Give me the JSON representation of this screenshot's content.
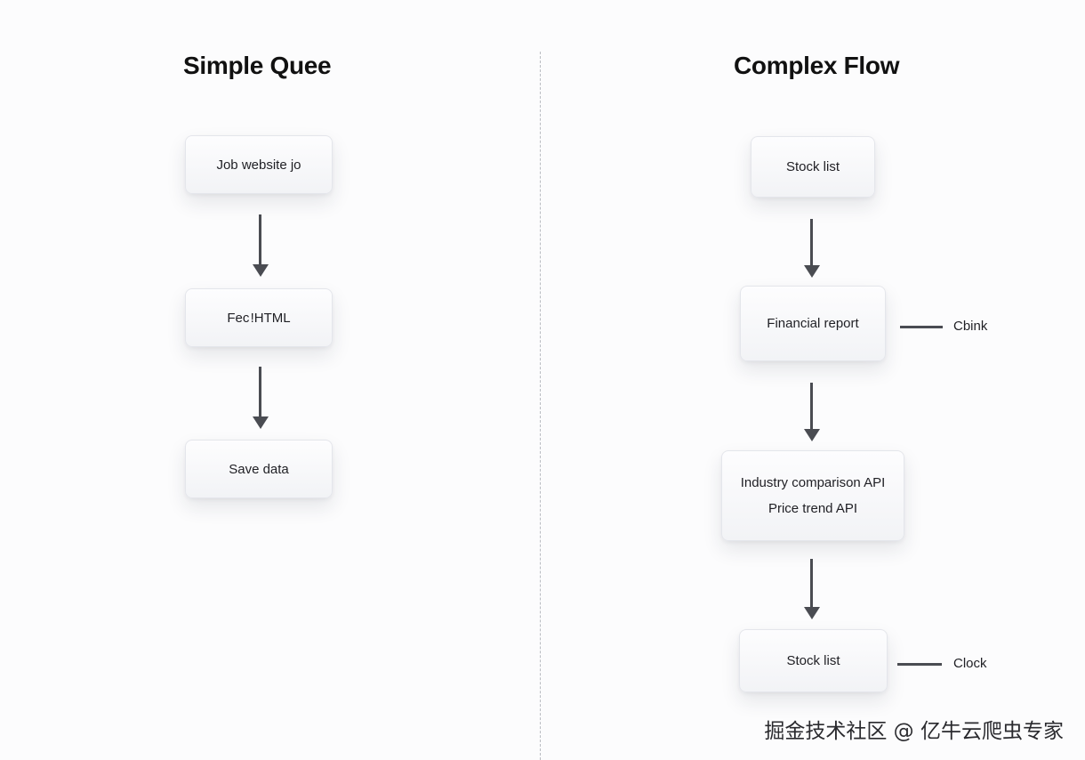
{
  "left": {
    "title": "Simple Quee",
    "nodes": [
      "Job website jo",
      "Fec !HTML",
      "Save data"
    ]
  },
  "right": {
    "title": "Complex Flow",
    "nodes": {
      "n1": "Stock list",
      "n2": "Financial report",
      "n3_line1": "Industry comparison API",
      "n3_line2": "Price trend API",
      "n4": "Stock list"
    },
    "side_labels": {
      "n2": "Cbink",
      "n4": "Clock"
    }
  },
  "watermark": "掘金技术社区 @ 亿牛云爬虫专家",
  "colors": {
    "background": "#fcfcfd",
    "arrow": "#4a4c52",
    "divider": "#b9bcc2"
  }
}
